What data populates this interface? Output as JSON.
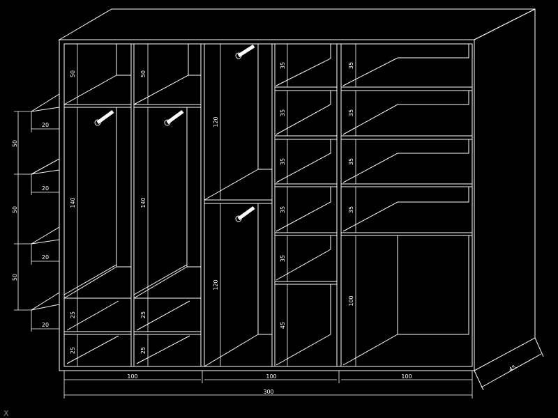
{
  "drawing": {
    "background": "#000000",
    "stroke": "#ffffff"
  },
  "dims": {
    "shelf_heights_left": [
      "50",
      "140",
      "25",
      "25"
    ],
    "shelf_heights_second": [
      "50",
      "140",
      "25",
      "25"
    ],
    "hanging_middle": [
      "120",
      "120"
    ],
    "drawers_center": [
      "35",
      "35",
      "35",
      "35",
      "35",
      "45"
    ],
    "drawers_right": [
      "35",
      "35",
      "35",
      "35",
      "100"
    ],
    "external_shelf_depths": [
      "20",
      "20",
      "20",
      "20"
    ],
    "external_shelf_spacing": [
      "50",
      "50",
      "50"
    ],
    "section_widths": [
      "100",
      "100",
      "100"
    ],
    "total_width": "300",
    "depth": "45"
  },
  "ucs_label": "X"
}
